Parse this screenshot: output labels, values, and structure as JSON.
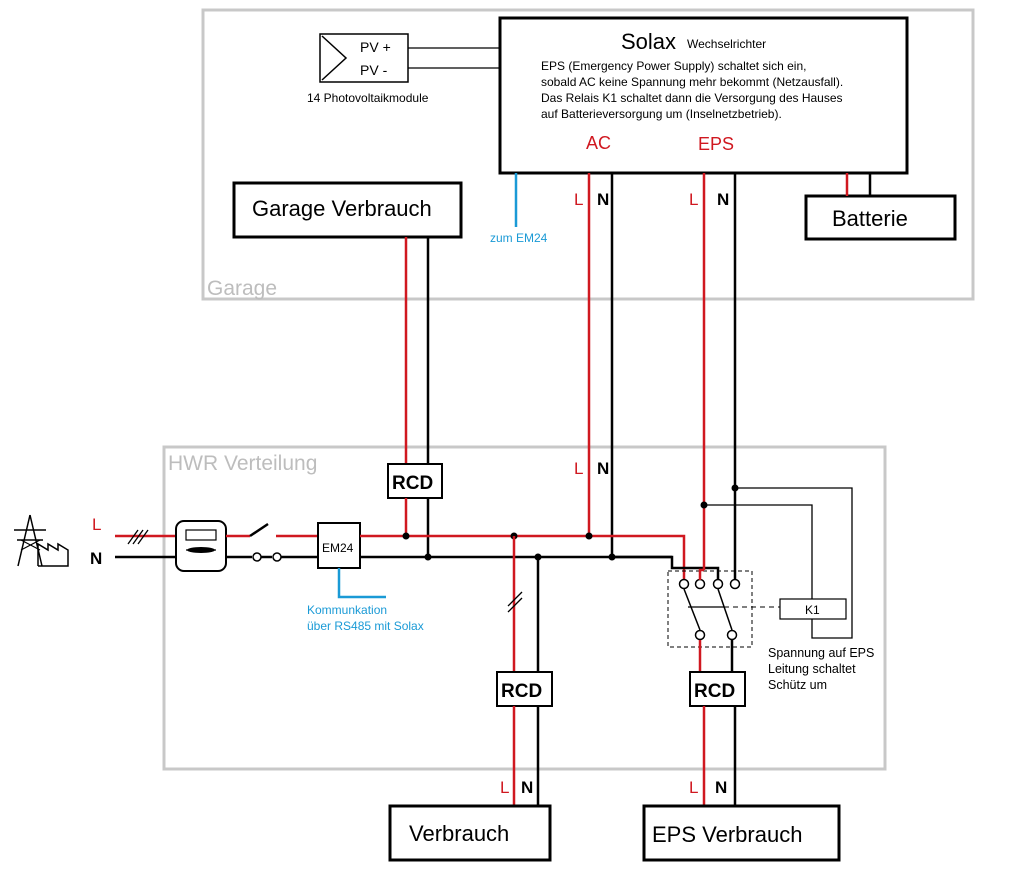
{
  "frames": {
    "garage": "Garage",
    "hwr": "HWR Verteilung"
  },
  "inverter": {
    "title": "Solax",
    "subtitle": "Wechselrichter",
    "description_lines": [
      "EPS (Emergency Power Supply) schaltet sich ein,",
      "sobald AC keine Spannung mehr bekommt (Netzausfall).",
      "Das Relais K1 schaltet dann die Versorgung des Hauses",
      "auf Batterieversorgung um (Inselnetzbetrieb)."
    ],
    "ac_label": "AC",
    "eps_label": "EPS"
  },
  "pv": {
    "pv_plus": "PV  +",
    "pv_minus": "PV  -",
    "caption": "14 Photovoltaikmodule"
  },
  "boxes": {
    "garage_consumption": "Garage Verbrauch",
    "battery": "Batterie",
    "rcd": "RCD",
    "em24": "EM24",
    "k1": "K1",
    "consumption": "Verbrauch",
    "eps_consumption": "EPS Verbrauch"
  },
  "labels": {
    "L": "L",
    "N": "N",
    "to_em24": "zum EM24",
    "communication_lines": [
      "Kommunkation",
      "über RS485 mit Solax"
    ],
    "relay_note_lines": [
      "Spannung auf EPS",
      "Leitung schaltet",
      "Schütz um"
    ]
  },
  "colors": {
    "phase": "#d01820",
    "neutral": "#000000",
    "communication": "#1a9ad6",
    "frame": "#c8c8c8"
  }
}
